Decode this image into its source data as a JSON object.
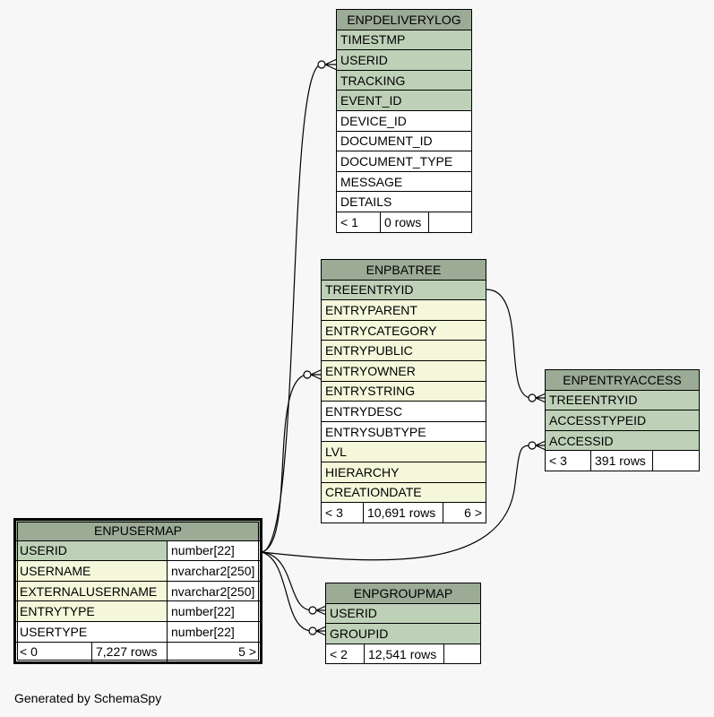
{
  "tables": {
    "enpdeliverylog": {
      "name": "ENPDELIVERYLOG",
      "columns": [
        {
          "name": "TIMESTMP",
          "kind": "pk"
        },
        {
          "name": "USERID",
          "kind": "pk"
        },
        {
          "name": "TRACKING",
          "kind": "pk"
        },
        {
          "name": "EVENT_ID",
          "kind": "pk"
        },
        {
          "name": "DEVICE_ID",
          "kind": "plain"
        },
        {
          "name": "DOCUMENT_ID",
          "kind": "plain"
        },
        {
          "name": "DOCUMENT_TYPE",
          "kind": "plain"
        },
        {
          "name": "MESSAGE",
          "kind": "plain"
        },
        {
          "name": "DETAILS",
          "kind": "plain"
        }
      ],
      "footer": {
        "parents": "< 1",
        "rows": "0 rows",
        "children": ""
      }
    },
    "enpbatree": {
      "name": "ENPBATREE",
      "columns": [
        {
          "name": "TREEENTRYID",
          "kind": "pk"
        },
        {
          "name": "ENTRYPARENT",
          "kind": "idx"
        },
        {
          "name": "ENTRYCATEGORY",
          "kind": "idx"
        },
        {
          "name": "ENTRYPUBLIC",
          "kind": "idx"
        },
        {
          "name": "ENTRYOWNER",
          "kind": "idx"
        },
        {
          "name": "ENTRYSTRING",
          "kind": "idx"
        },
        {
          "name": "ENTRYDESC",
          "kind": "plain"
        },
        {
          "name": "ENTRYSUBTYPE",
          "kind": "plain"
        },
        {
          "name": "LVL",
          "kind": "idx"
        },
        {
          "name": "HIERARCHY",
          "kind": "idx"
        },
        {
          "name": "CREATIONDATE",
          "kind": "idx"
        }
      ],
      "footer": {
        "parents": "< 3",
        "rows": "10,691 rows",
        "children": "6 >"
      }
    },
    "enpentryaccess": {
      "name": "ENPENTRYACCESS",
      "columns": [
        {
          "name": "TREEENTRYID",
          "kind": "pk"
        },
        {
          "name": "ACCESSTYPEID",
          "kind": "pk"
        },
        {
          "name": "ACCESSID",
          "kind": "pk"
        }
      ],
      "footer": {
        "parents": "< 3",
        "rows": "391 rows",
        "children": ""
      }
    },
    "enpusermap": {
      "name": "ENPUSERMAP",
      "columns": [
        {
          "name": "USERID",
          "type": "number[22]",
          "kind": "pk"
        },
        {
          "name": "USERNAME",
          "type": "nvarchar2[250]",
          "kind": "idx"
        },
        {
          "name": "EXTERNALUSERNAME",
          "type": "nvarchar2[250]",
          "kind": "idx"
        },
        {
          "name": "ENTRYTYPE",
          "type": "number[22]",
          "kind": "idx"
        },
        {
          "name": "USERTYPE",
          "type": "number[22]",
          "kind": "plain"
        }
      ],
      "footer": {
        "parents": "< 0",
        "rows": "7,227 rows",
        "children": "5 >"
      }
    },
    "enpgroupmap": {
      "name": "ENPGROUPMAP",
      "columns": [
        {
          "name": "USERID",
          "kind": "pk"
        },
        {
          "name": "GROUPID",
          "kind": "pk"
        }
      ],
      "footer": {
        "parents": "< 2",
        "rows": "12,541 rows",
        "children": ""
      }
    }
  },
  "colors": {
    "header": "#9bab96",
    "primary_key": "#bed1b8",
    "indexed": "#f4f7da",
    "plain": "#ffffff",
    "background": "#f7f7f7"
  },
  "footer_note": "Generated by SchemaSpy"
}
